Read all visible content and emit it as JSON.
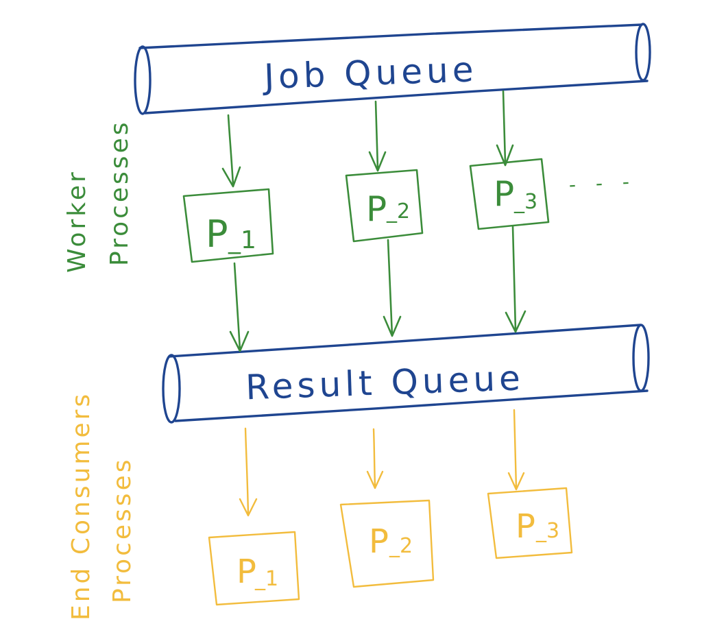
{
  "diagram": {
    "job_queue": {
      "label": "Job Queue"
    },
    "result_queue": {
      "label": "Result Queue"
    },
    "worker_section": {
      "label_line1": "Worker",
      "label_line2": "Processes"
    },
    "consumer_section": {
      "label_line1": "End Consumers",
      "label_line2": "Processes"
    },
    "workers": [
      {
        "prefix": "P",
        "index": "_1"
      },
      {
        "prefix": "P",
        "index": "_2"
      },
      {
        "prefix": "P",
        "index": "_3"
      }
    ],
    "consumers": [
      {
        "prefix": "P",
        "index": "_1"
      },
      {
        "prefix": "P",
        "index": "_2"
      },
      {
        "prefix": "P",
        "index": "_3"
      }
    ],
    "continuation": "- - -"
  },
  "colors": {
    "queue": "#1f4590",
    "workers": "#3b8c3a",
    "consumers": "#f2bc3d"
  }
}
